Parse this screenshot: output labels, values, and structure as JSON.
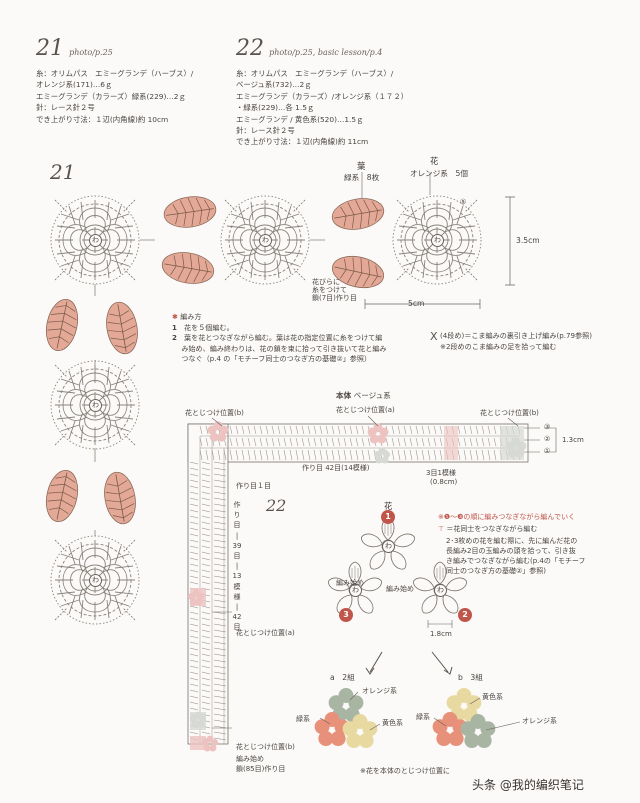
{
  "header": {
    "p21": {
      "num": "21",
      "ref": "photo/p.25",
      "lines": [
        "糸：オリムパス　エミーグランデ（ハーブス）/",
        "オレンジ系(171)…6ｇ",
        "エミーグランデ（カラーズ）緑系(229)…2ｇ",
        "針：レース針２号",
        "でき上がり寸法：１辺(内角線)約 10cm"
      ]
    },
    "p22": {
      "num": "22",
      "ref": "photo/p.25, basic lesson/p.4",
      "lines": [
        "糸：オリムパス　エミーグランデ（ハーブス）/",
        "ベージュ系(732)…2ｇ",
        "エミーグランデ（カラーズ）/オレンジ系（１７２）",
        "・緑系(229)…各 1.5ｇ",
        "エミーグランデ / 黄色系(520)…1.5ｇ",
        "針：レース針２号",
        "でき上がり寸法：１辺(内角線)約 11cm"
      ]
    }
  },
  "diagram21": {
    "num": "21",
    "leaf_label": "葉",
    "leaf_sub": "緑系　8枚",
    "flower_label": "花",
    "flower_sub": "オレンジ系　5個",
    "dim_h": "3.5cm",
    "dim_w": "5cm",
    "note_attach": [
      "花びらに",
      "糸をつけて",
      "鎖(7目)作り目"
    ],
    "method_title": "編み方",
    "steps": [
      {
        "n": "1",
        "text": "花を５個編む。"
      },
      {
        "n": "2",
        "text": "葉を花とつなぎながら編む。葉は花の指定位置に糸をつけて編"
      },
      {
        "n": "",
        "text": "み始め、編み終わりは、花の鎖を束に拾って引き抜いて花と編み"
      },
      {
        "n": "",
        "text": "つなぐ（p.4 の「モチーフ同士のつなぎ方の基礎②」参照）"
      }
    ],
    "legend_symbol": "X",
    "legend_lines": [
      "(4段め)＝こま編みの裏引き上げ編み(p.79参照)",
      "※2段めのこま編みの足を拾って編む"
    ],
    "ring_label": "わ",
    "circled5": "⑤"
  },
  "diagram22": {
    "num": "22",
    "body_title": "本体",
    "body_sub": "ベージュ系",
    "pos_b_top": "花とじつけ位置(b)",
    "pos_a_top": "花とじつけ位置(a)",
    "pos_b_right": "花とじつけ位置(b)",
    "row_labels": [
      "③",
      "②",
      "①"
    ],
    "dim_h": "1.3cm",
    "chain_top": "作り目 42目(14模様)",
    "pattern": "3目1模様",
    "pattern_size": "(0.8cm)",
    "start1": "作り目１目",
    "vertical": [
      "作",
      "り",
      "目",
      "|",
      "39",
      "目",
      "|",
      "13",
      "模",
      "様",
      "|",
      "42",
      "目"
    ],
    "pos_a_left": "花とじつけ位置(a)",
    "pos_b_bottom": "花とじつけ位置(b)",
    "start2": "編み始め",
    "start2b": "鎖(85目)作り目",
    "flower_title": "花",
    "flower_note1": "※❶～❸の順に編みつなぎながら編んでいく",
    "flower_note2": "＝花同士をつなぎながら編む",
    "flower_note3": [
      "2･3枚めの花を編む際に、先に編んだ花の",
      "長編み2目の玉編みの頭を拾って、引き抜",
      "き編みでつなぎながら編む(p.4の「モチーフ",
      "同士のつなぎ方の基礎②」参照)"
    ],
    "badges": [
      "1",
      "2",
      "3"
    ],
    "start_a": "編み始め",
    "start_b": "編み始め",
    "dim_flower": "1.8cm",
    "group_a": "a",
    "group_a_sub": "2組",
    "group_b": "b",
    "group_b_sub": "3組",
    "orange": "オレンジ系",
    "green": "緑系",
    "yellow": "黄色系",
    "yellow_b": "黄色系",
    "orange_b": "オレンジ系",
    "green_b": "緑系",
    "footer_note": "※花を本体のとじつけ位置に",
    "ring_label": "わ"
  },
  "watermark": "头条 @我的编织笔记",
  "colors": {
    "salmon": "#e4a896",
    "pink": "#ecc3c0",
    "grey": "#d6d9d4",
    "orange_flower": "#e8917a",
    "yellow_flower": "#e8d9a0",
    "green_flower": "#a8b5a3",
    "badge": "#c0554a",
    "line": "#7a726c"
  }
}
